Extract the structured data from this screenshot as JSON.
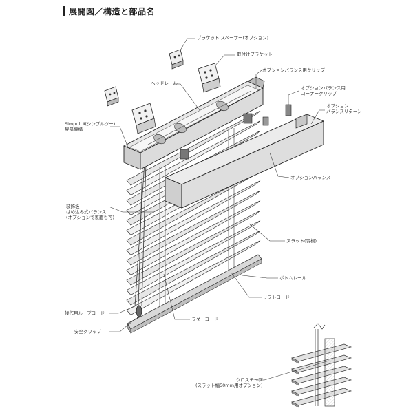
{
  "title": "展開図／構造と部品名",
  "labels": {
    "bracket_spacer": "ブラケット スペーサー(オプション)",
    "mount_bracket": "取付けブラケット",
    "valance_clip": "オプションバランス用クリップ",
    "head_rail": "ヘッドレール",
    "corner_clip_1": "オプションバランス用",
    "corner_clip_2": "コーナークリップ",
    "valance_return_1": "オプション",
    "valance_return_2": "バランスリターン",
    "simpull_1": "Simpull Ⅱ(シンプルツー)",
    "simpull_2": "昇降機構",
    "decor_1": "装飾板",
    "decor_2": "はめ込み式バランス",
    "decor_3": "(オプションで裏面も可)",
    "option_valance": "オプションバランス",
    "slat": "スラット(羽根)",
    "bottom_rail": "ボトムレール",
    "lift_cord": "リフトコード",
    "loop_cord": "操作用ループコード",
    "ladder_cord": "ラダーコード",
    "safety_clip": "安全クリップ",
    "cloth_tape_1": "クロステープ",
    "cloth_tape_2": "(スラット幅50mm用オプション)"
  }
}
